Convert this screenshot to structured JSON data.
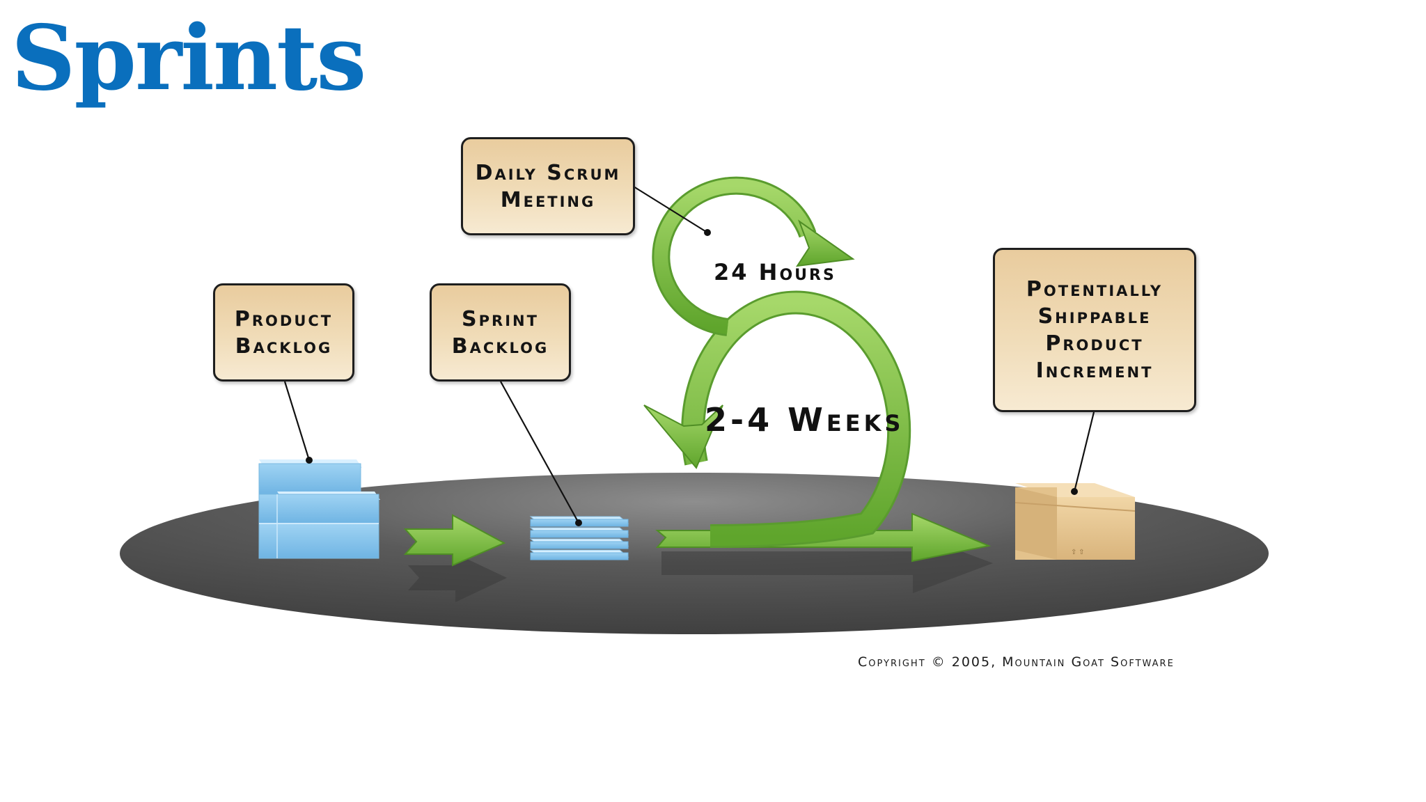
{
  "title": "Sprints",
  "boxes": {
    "product_backlog": [
      "Product",
      "Backlog"
    ],
    "sprint_backlog": [
      "Sprint",
      "Backlog"
    ],
    "daily_scrum": [
      "Daily Scrum",
      "Meeting"
    ],
    "increment": [
      "Potentially",
      "Shippable",
      "Product",
      "Increment"
    ]
  },
  "cycle": {
    "daily": "24 Hours",
    "sprint": "2-4 Weeks"
  },
  "copyright": "Copyright © 2005, Mountain Goat Software",
  "colors": {
    "title": "#0a6fbd",
    "arrow_green": "#7cc242",
    "box_fill": "#edd5ac",
    "platform": "#4a4a4a"
  }
}
